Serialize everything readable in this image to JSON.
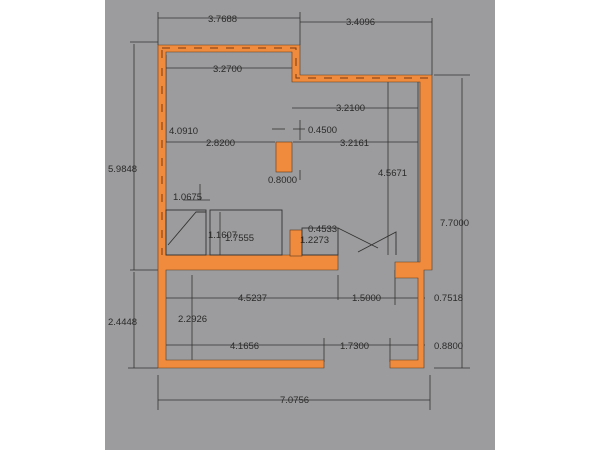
{
  "drawing": {
    "type": "floor-plan",
    "wall_color": "#f08a3c",
    "paper_color": "#9c9c9e",
    "line_color": "#333333"
  },
  "dimensions": {
    "top_left_width": "3.7688",
    "top_right_width": "3.4096",
    "inner_left_width": "3.2700",
    "inner_right_width": "3.2100",
    "left_height_upper": "5.9848",
    "left_height_lower": "2.4448",
    "right_height_total": "7.7000",
    "inner_height_left": "4.0910",
    "inner_height_right": "4.5671",
    "column_offset_left": "2.8200",
    "column_width": "0.4500",
    "column_height": "0.8000",
    "column_offset_right": "3.2161",
    "stair_width": "1.0675",
    "stair_height": "1.1607",
    "room_small_width": "1.7555",
    "partition_gap": "0.4533",
    "room_right_width": "1.2273",
    "lower_span": "4.5237",
    "door_opening": "1.5000",
    "right_return": "0.7518",
    "lower_inner_height": "2.2926",
    "bottom_left_wall": "4.1656",
    "bottom_opening": "1.7300",
    "bottom_right_return": "0.8800",
    "total_width": "7.0756"
  }
}
